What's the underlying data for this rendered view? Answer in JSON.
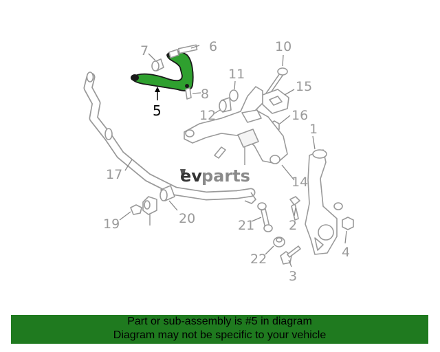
{
  "callouts": {
    "c1": "1",
    "c2": "2",
    "c3": "3",
    "c4": "4",
    "c5": "5",
    "c6": "6",
    "c7": "7",
    "c8": "8",
    "c10": "10",
    "c11": "11",
    "c12": "12",
    "c14": "14",
    "c15": "15",
    "c16": "16",
    "c17": "17",
    "c19": "19",
    "c20": "20",
    "c21": "21",
    "c22": "22"
  },
  "highlighted_part": "5",
  "watermark": {
    "brand_prefix": "ev",
    "brand_suffix": "parts"
  },
  "banner": {
    "line1": "Part or sub-assembly is #5 in diagram",
    "line2": "Diagram may not be specific to your vehicle"
  },
  "colors": {
    "highlight": "#2fa02f",
    "banner": "#1f7a1f",
    "line_art": "#9a9a9a"
  }
}
